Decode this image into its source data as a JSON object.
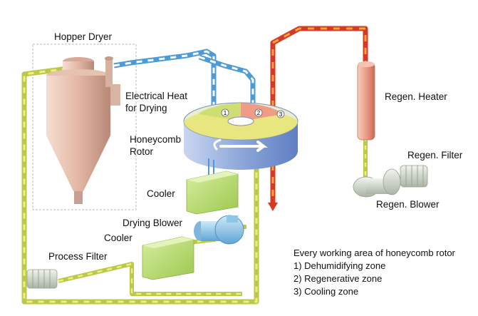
{
  "labels": {
    "hopper_dryer": "Hopper Dryer",
    "electrical_heat": "Electrical Heat",
    "for_drying": "for Drying",
    "honeycomb": "Honeycomb",
    "rotor": "Rotor",
    "cooler_upper": "Cooler",
    "drying_blower": "Drying Blower",
    "cooler_lower": "Cooler",
    "process_filter": "Process Filter",
    "regen_heater": "Regen. Heater",
    "regen_filter": "Regen. Filter",
    "regen_blower": "Regen. Blower"
  },
  "rotor_zone_markers": [
    "1",
    "2",
    "3"
  ],
  "legend": {
    "heading": "Every working area of honeycomb rotor",
    "items": [
      "1) Dehumidifying zone",
      "2) Regenerative zone",
      "3) Cooling zone"
    ]
  },
  "colors": {
    "process_line": "#c8d64a",
    "process_stripe": "#f3ee7a",
    "hot_line": "#d8402a",
    "hot_stripe": "#f0a13a",
    "cool_line": "#4c9ad6",
    "cool_stripe": "#ffffff",
    "cooler_box": "#b6dc68",
    "blower": "#8ec6e8",
    "hopper": "#e8c1ad"
  }
}
